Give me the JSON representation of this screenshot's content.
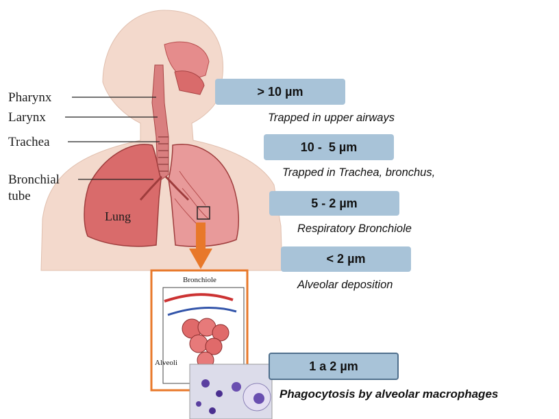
{
  "anatomy_labels": {
    "pharynx": "Pharynx",
    "larynx": "Larynx",
    "trachea": "Trachea",
    "bronchial": "Bronchial",
    "tube": "tube",
    "lung": "Lung"
  },
  "inset_labels": {
    "bronchiole": "Bronchiole",
    "alveoli": "Alveoli"
  },
  "deposition": [
    {
      "size": "> 10 µm",
      "description": "Trapped in upper airways"
    },
    {
      "size": "10 -  5 µm",
      "description": "Trapped in Trachea, bronchus,"
    },
    {
      "size": "5 - 2 µm",
      "description": "Respiratory Bronchiole"
    },
    {
      "size": "< 2 µm",
      "description": "Alveolar deposition"
    },
    {
      "size": "1 a 2 µm",
      "description": "Phagocytosis by alveolar macrophages"
    }
  ],
  "colors": {
    "box_fill": "#a8c3d8",
    "arrow": "#e8782a",
    "skin": "#f3d9cc",
    "lung": "#d96b6b"
  }
}
